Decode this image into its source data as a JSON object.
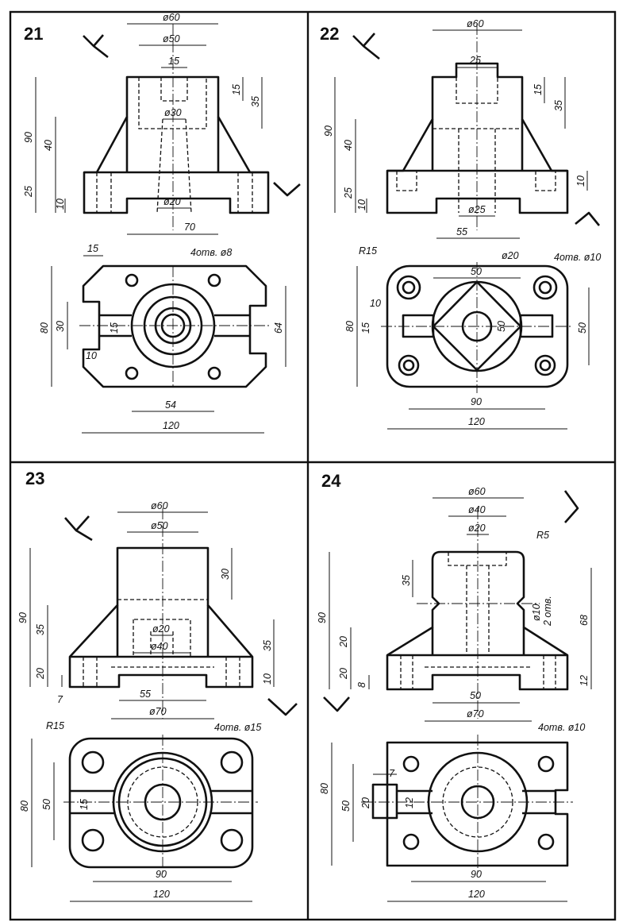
{
  "panels": [
    {
      "number": "21",
      "front": {
        "d_top": "ø60",
        "d_bore": "ø50",
        "slot": "15",
        "d_inner": "ø30",
        "d_bottom": "ø20",
        "h_total": "90",
        "h_rib": "40",
        "h_base": "25",
        "h_foot": "10",
        "h_slot": "15",
        "h_bore": "35",
        "w_bottom": "70"
      },
      "plan": {
        "notch": "15",
        "holes": "4отв. ø8",
        "height": "80",
        "tab": "30",
        "tab2": "15",
        "tab_gap": "10",
        "depth": "64",
        "spacing": "54",
        "width": "120"
      }
    },
    {
      "number": "22",
      "front": {
        "d_top": "ø60",
        "slot": "25",
        "h_total": "90",
        "h_rib": "40",
        "h_base": "25",
        "h_foot": "10",
        "h_slot": "15",
        "h_bore": "35",
        "h_right": "10",
        "d_bottom": "ø25",
        "w_bottom": "55"
      },
      "plan": {
        "radius": "R15",
        "boss": "ø20",
        "holes": "4отв. ø10",
        "square": "50",
        "tab": "10",
        "height": "80",
        "tab2": "15",
        "square_v": "50",
        "depth": "50",
        "spacing": "90",
        "width": "120"
      }
    },
    {
      "number": "23",
      "front": {
        "d_top": "ø60",
        "d_bore": "ø50",
        "h_total": "90",
        "h_rib": "35",
        "h_base": "20",
        "h_foot": "7",
        "h_top": "30",
        "d_inner": "ø20",
        "d_mid": "ø40",
        "h_right": "35",
        "h_right2": "10",
        "w_slot": "55",
        "d_bottom": "ø70"
      },
      "plan": {
        "radius": "R15",
        "holes": "4отв. ø15",
        "height": "80",
        "inner": "50",
        "tab": "15",
        "spacing": "90",
        "width": "120"
      }
    },
    {
      "number": "24",
      "front": {
        "d_top": "ø60",
        "d_bore": "ø40",
        "d_inner": "ø20",
        "radius": "R5",
        "h_groove": "35",
        "h_total": "90",
        "h_rib": "20",
        "h_base": "20",
        "h_foot": "8",
        "groove_d": "ø10",
        "groove_n": "2 отв.",
        "h_right": "68",
        "h_right2": "12",
        "w_slot": "50",
        "d_bottom": "ø70"
      },
      "plan": {
        "holes": "4отв. ø10",
        "tab_w": "7",
        "height": "80",
        "inner": "50",
        "boss": "20",
        "boss2": "12",
        "spacing": "90",
        "width": "120"
      }
    }
  ]
}
